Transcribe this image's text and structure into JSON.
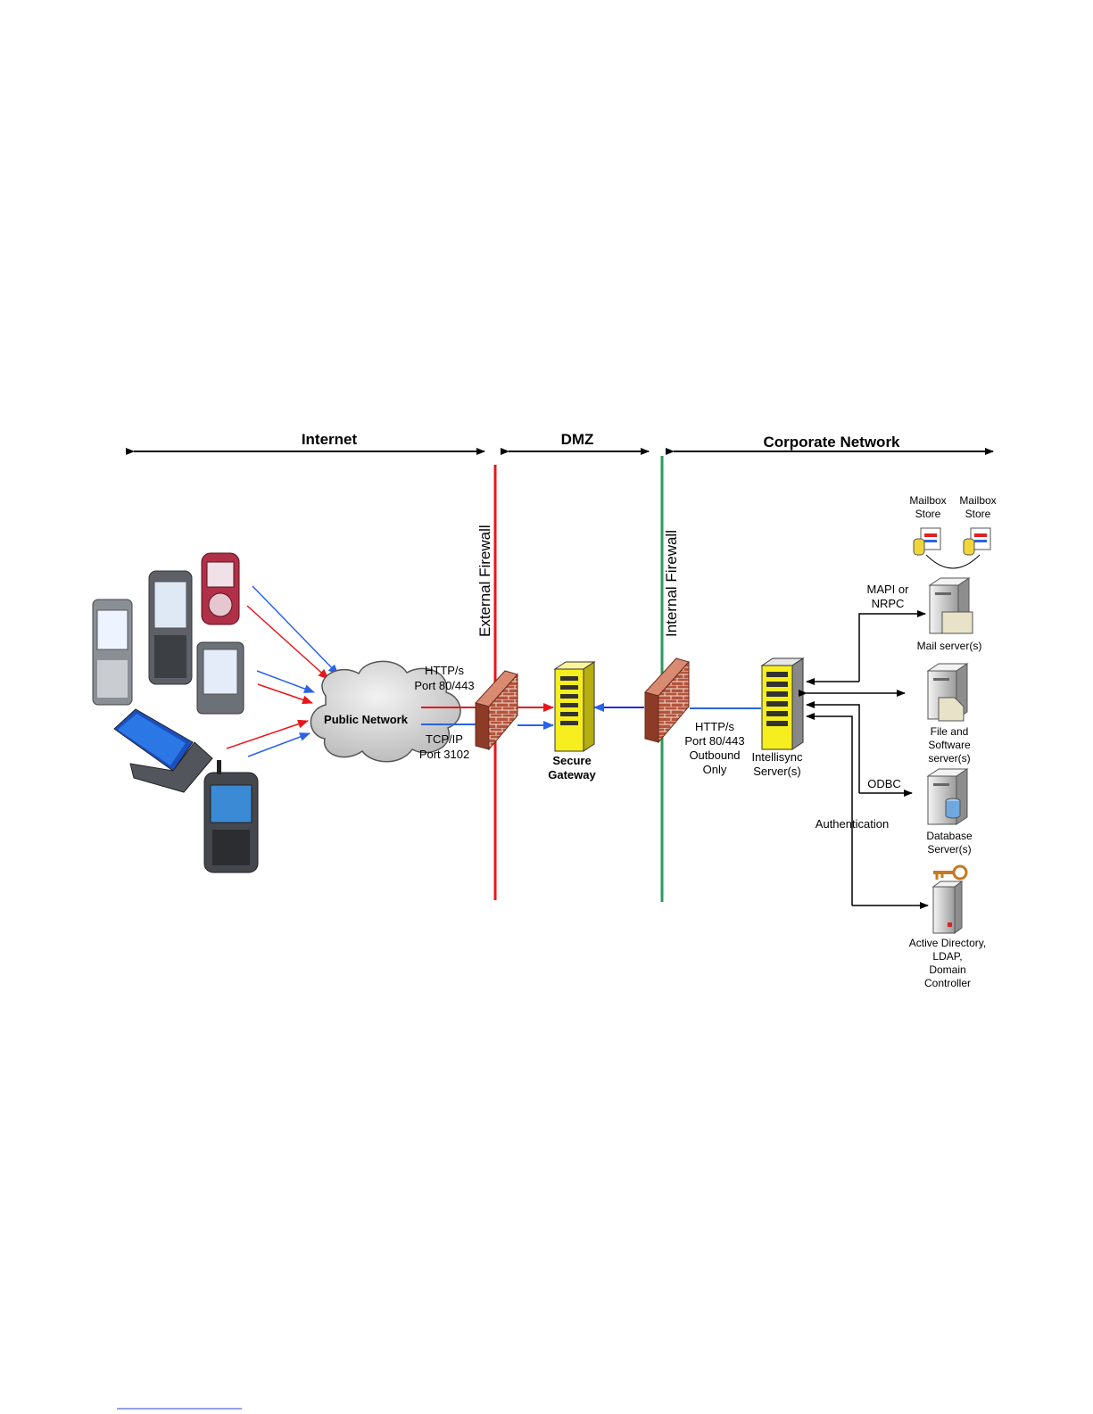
{
  "zones": {
    "internet": "Internet",
    "dmz": "DMZ",
    "corporate": "Corporate Network"
  },
  "firewalls": {
    "external": "External Firewall",
    "internal": "Internal Firewall"
  },
  "cloud": {
    "label": "Public Network"
  },
  "connections": {
    "http_line1": "HTTP/s",
    "http_line2": "Port 80/443",
    "tcp_line1": "TCP/IP",
    "tcp_line2": "Port 3102",
    "outbound_line1": "HTTP/s",
    "outbound_line2": "Port 80/443",
    "outbound_line3": "Outbound",
    "outbound_line4": "Only",
    "mapi_line1": "MAPI or",
    "mapi_line2": "NRPC",
    "odbc": "ODBC",
    "authentication": "Authentication"
  },
  "nodes": {
    "gateway_line1": "Secure",
    "gateway_line2": "Gateway",
    "intellisync_line1": "Intellisync",
    "intellisync_line2": "Server(s)",
    "mailbox1_line1": "Mailbox",
    "mailbox1_line2": "Store",
    "mailbox2_line1": "Mailbox",
    "mailbox2_line2": "Store",
    "mail_server": "Mail server(s)",
    "file_line1": "File and",
    "file_line2": "Software",
    "file_line3": "server(s)",
    "db_line1": "Database",
    "db_line2": "Server(s)",
    "ad_line1": "Active Directory,",
    "ad_line2": "LDAP,",
    "ad_line3": "Domain",
    "ad_line4": "Controller"
  },
  "colors": {
    "external_firewall": "#e8161b",
    "internal_firewall": "#2e9a5a",
    "http_arrow": "#e8161b",
    "tcp_arrow": "#2a63e6",
    "gateway": "#f6ee1e",
    "brick": "#b5533c"
  }
}
